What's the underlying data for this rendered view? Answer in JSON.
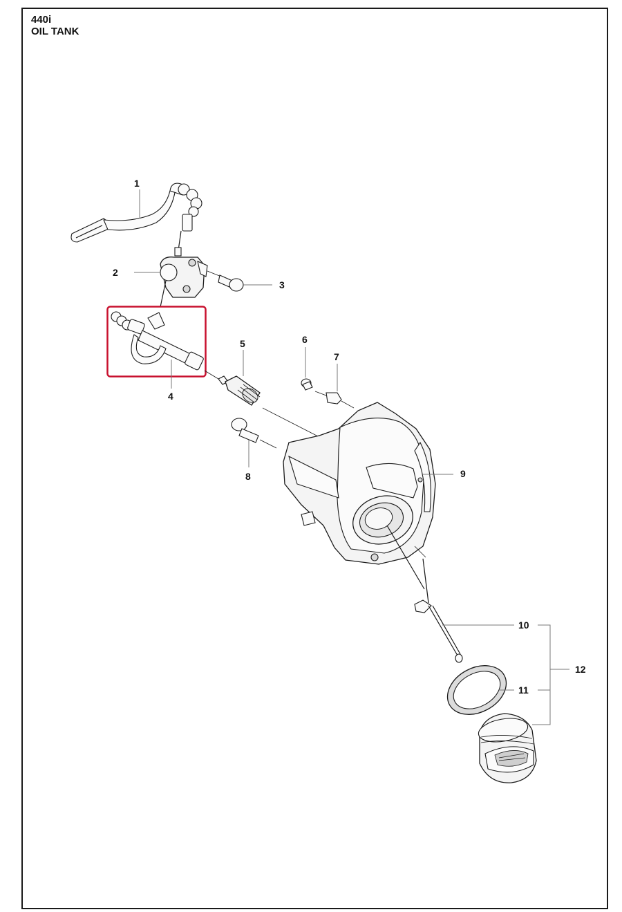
{
  "header": {
    "model": "440i",
    "title": "OIL TANK"
  },
  "callouts": [
    "1",
    "2",
    "3",
    "4",
    "5",
    "6",
    "7",
    "8",
    "9",
    "10",
    "11",
    "12"
  ],
  "colors": {
    "highlight": "#c8102e",
    "ink": "#1a1a1a",
    "leader": "#777777"
  }
}
